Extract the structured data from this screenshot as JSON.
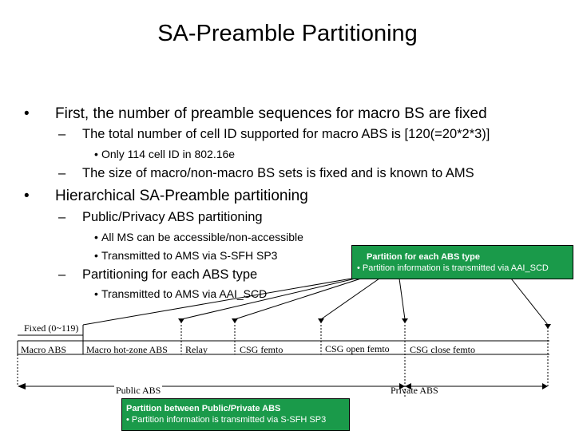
{
  "title": "SA-Preamble Partitioning",
  "bullets": {
    "b1": "First, the number of preamble sequences for macro BS are fixed",
    "b1_1": "The total number of cell ID supported for macro ABS is [120(=20*2*3)]",
    "b1_1_1": "Only 114 cell ID in 802.16e",
    "b1_2": "The size of macro/non-macro BS sets is fixed and is known to AMS",
    "b2": "Hierarchical SA-Preamble partitioning",
    "b2_1": "Public/Privacy ABS partitioning",
    "b2_1_1": "All MS can be accessible/non-accessible",
    "b2_1_2": "Transmitted to AMS via S-SFH SP3",
    "b2_2": "Partitioning for each ABS type",
    "b2_2_1": "Transmitted to AMS via AAI_SCD"
  },
  "callout_top": {
    "title": "Partition for each ABS type",
    "text": "• Partition information is transmitted via AAI_SCD"
  },
  "callout_bottom": {
    "title": "Partition between Public/Private ABS",
    "text": "• Partition information is transmitted via S-SFH SP3"
  },
  "diagram": {
    "fixed_label": "Fixed (0~119)",
    "segments": [
      "Macro ABS",
      "Macro hot-zone ABS",
      "Relay",
      "CSG femto",
      "CSG open femto",
      "CSG close femto"
    ],
    "public_label": "Public ABS",
    "private_label": "Private ABS"
  },
  "colors": {
    "callout_bg": "#1a9a4a",
    "callout_text": "#ffffff"
  }
}
